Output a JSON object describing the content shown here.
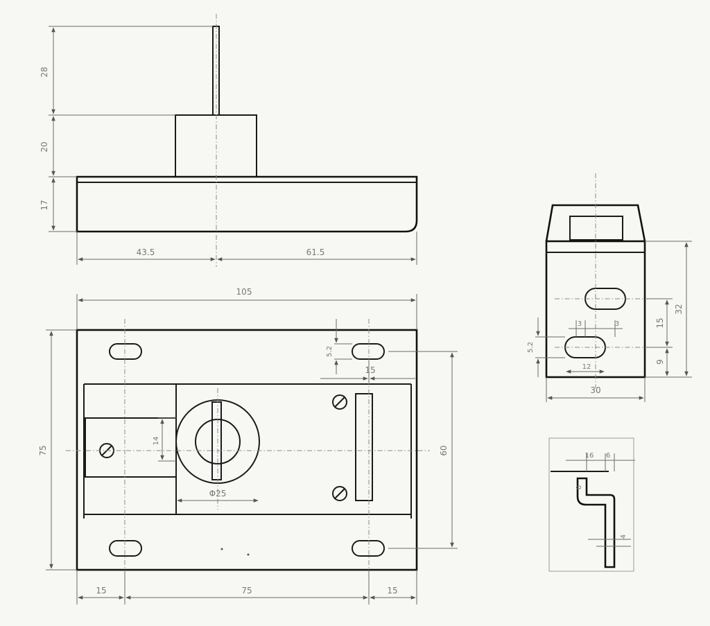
{
  "drawing": {
    "front_view": {
      "dims": {
        "rod_height": "28",
        "boss_height": "20",
        "plate_thickness": "17",
        "left_width": "43.5",
        "right_width": "61.5"
      }
    },
    "plan_view": {
      "dims": {
        "overall_width": "105",
        "overall_height": "75",
        "hole_spacing_v": "60",
        "cyl_offset": "14",
        "cyl_diameter": "Φ25",
        "slot_height": "5.2",
        "slot_offset": "15",
        "edge_left": "15",
        "hole_spacing_h": "75",
        "edge_right": "15"
      }
    },
    "side_view": {
      "dims": {
        "slot_a": "3",
        "slot_b": "3",
        "slot_c": "15",
        "height": "32",
        "slot_height": "5.2",
        "slot_width": "12",
        "slot_pitch": "9",
        "width": "30"
      }
    },
    "detail_view": {
      "dims": {
        "top_a": "16",
        "top_b": "6",
        "vert": "8",
        "bottom": "4"
      }
    }
  }
}
